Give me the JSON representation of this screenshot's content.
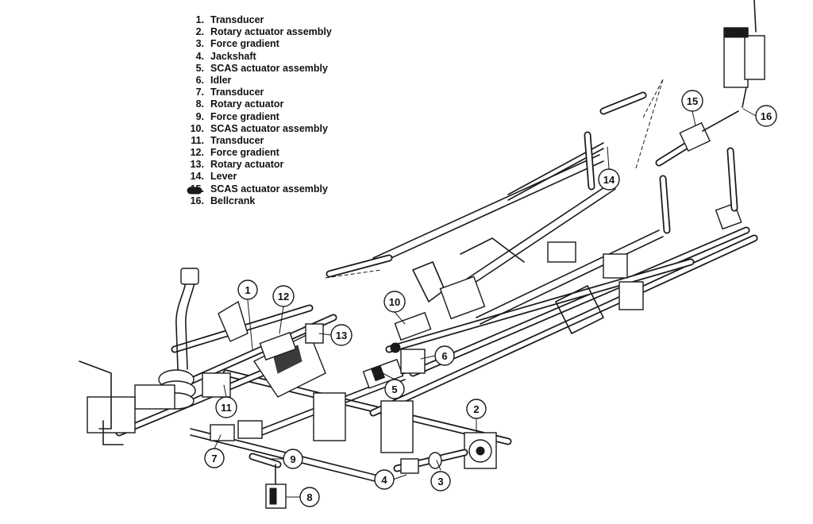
{
  "legend": [
    {
      "num": "1.",
      "label": "Transducer"
    },
    {
      "num": "2.",
      "label": "Rotary actuator assembly"
    },
    {
      "num": "3.",
      "label": "Force gradient"
    },
    {
      "num": "4.",
      "label": "Jackshaft"
    },
    {
      "num": "5.",
      "label": "SCAS actuator assembly"
    },
    {
      "num": "6.",
      "label": "Idler"
    },
    {
      "num": "7.",
      "label": "Transducer"
    },
    {
      "num": "8.",
      "label": "Rotary actuator"
    },
    {
      "num": "9.",
      "label": "Force gradient"
    },
    {
      "num": "10.",
      "label": "SCAS actuator assembly"
    },
    {
      "num": "11.",
      "label": "Transducer"
    },
    {
      "num": "12.",
      "label": "Force gradient"
    },
    {
      "num": "13.",
      "label": "Rotary actuator"
    },
    {
      "num": "14.",
      "label": "Lever"
    },
    {
      "num": "15.",
      "label": "SCAS actuator assembly"
    },
    {
      "num": "16.",
      "label": "Bellcrank"
    }
  ],
  "callouts": [
    "1",
    "2",
    "3",
    "4",
    "5",
    "6",
    "7",
    "8",
    "9",
    "10",
    "11",
    "12",
    "13",
    "14",
    "15",
    "16"
  ]
}
